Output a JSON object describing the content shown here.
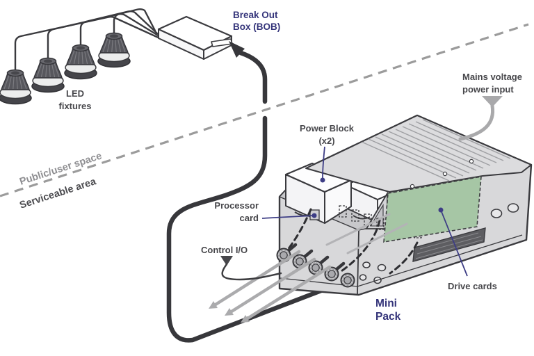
{
  "diagram": {
    "title_hint": "LED lighting system wiring overview",
    "labels": {
      "breakout_box": {
        "line1": "Break Out",
        "line2": "Box (BOB)"
      },
      "led_fixtures": {
        "line1": "LED",
        "line2": "fixtures"
      },
      "public_space": "Public/user space",
      "serviceable_area": "Serviceable area",
      "power_block": {
        "line1": "Power Block",
        "line2": "(x2)"
      },
      "mains": {
        "line1": "Mains voltage",
        "line2": "power input"
      },
      "processor": {
        "line1": "Processor",
        "line2": "card"
      },
      "control_io": "Control I/O",
      "drive_cards": "Drive cards",
      "mini_pack": {
        "line1": "Mini",
        "line2": "Pack"
      }
    },
    "colors": {
      "navy_label": "#34347a",
      "gray_label": "#47474b",
      "zone_line_gray": "#9b9b9b",
      "green_panel": "#a6c6a5",
      "cable_dark": "#37373b",
      "arrow_gray": "#ababad",
      "body_gray": "#d8d8da"
    },
    "counts": {
      "led_fixtures": 4,
      "power_blocks": 2,
      "cable_glands": 5,
      "output_arrows": 3
    }
  }
}
